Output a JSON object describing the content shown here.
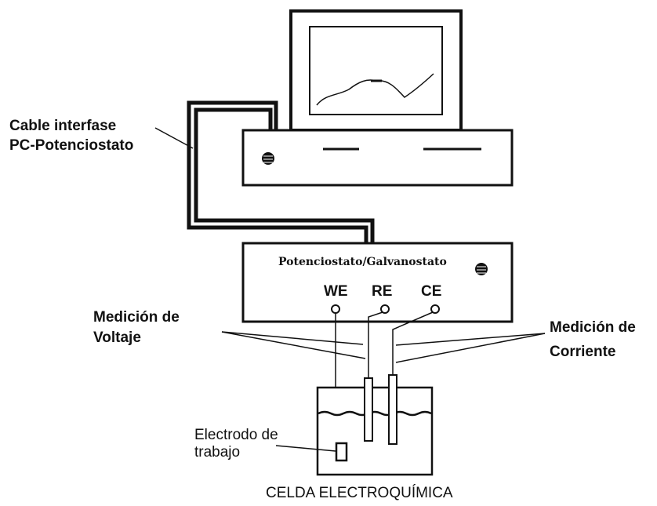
{
  "labels": {
    "cable_line1": "Cable interfase",
    "cable_line2": "PC-Potenciostato",
    "device": "Potenciostato/Galvanostato",
    "we": "WE",
    "re": "RE",
    "ce": "CE",
    "voltage_line1": "Medición de",
    "voltage_line2": "Voltaje",
    "current_line1": "Medición de",
    "current_line2": "Corriente",
    "electrode_line1": "Electrodo de",
    "electrode_line2": "trabajo",
    "cell": "CELDA ELECTROQUÍMICA"
  },
  "colors": {
    "ink": "#111111",
    "background": "#ffffff"
  }
}
